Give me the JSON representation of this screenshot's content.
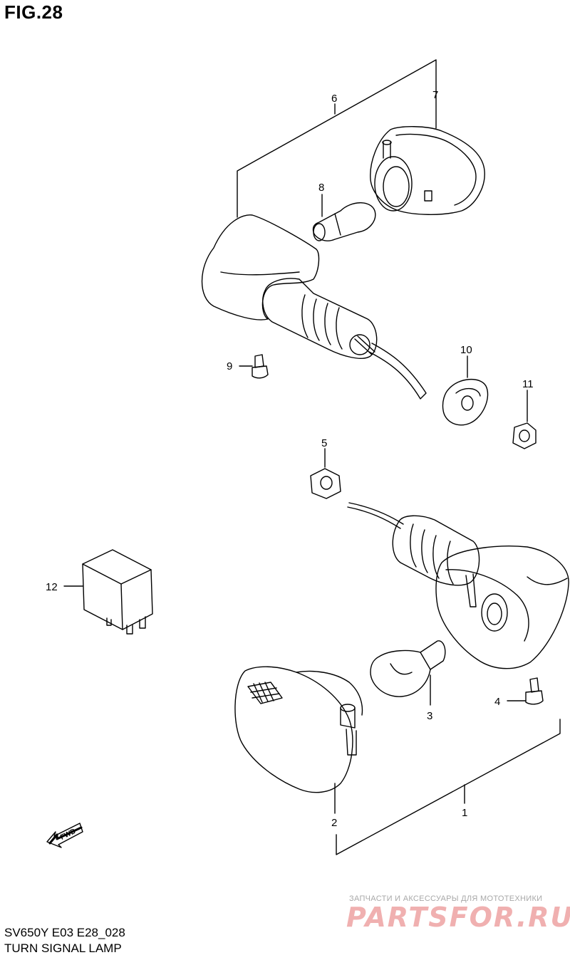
{
  "figure": {
    "title": "FIG.28",
    "code": "SV650Y E03 E28_028",
    "caption": "TURN SIGNAL LAMP"
  },
  "callouts": [
    {
      "id": "1",
      "label": "1"
    },
    {
      "id": "2",
      "label": "2"
    },
    {
      "id": "3",
      "label": "3"
    },
    {
      "id": "4",
      "label": "4"
    },
    {
      "id": "5",
      "label": "5"
    },
    {
      "id": "6",
      "label": "6"
    },
    {
      "id": "7",
      "label": "7"
    },
    {
      "id": "8",
      "label": "8"
    },
    {
      "id": "9",
      "label": "9"
    },
    {
      "id": "10",
      "label": "10"
    },
    {
      "id": "11",
      "label": "11"
    },
    {
      "id": "12",
      "label": "12"
    }
  ],
  "fwd_label": "FWD",
  "watermark": {
    "tagline": "ЗАПЧАСТИ И АКСЕССУАРЫ ДЛЯ МОТОТЕХНИКИ",
    "site": "PARTSFOR.RU"
  }
}
